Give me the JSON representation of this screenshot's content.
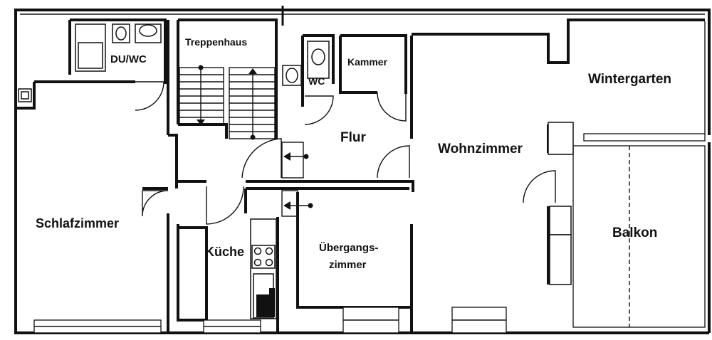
{
  "rooms": {
    "du_wc": "DU/WC",
    "treppenhaus": "Treppenhaus",
    "wc": "WC",
    "kammer": "Kammer",
    "wintergarten": "Wintergarten",
    "flur": "Flur",
    "wohnzimmer": "Wohnzimmer",
    "schlafzimmer": "Schlafzimmer",
    "kueche": "Küche",
    "uebergang_line1": "Übergangs-",
    "uebergang_line2": "zimmer",
    "balkon": "Balkon"
  }
}
